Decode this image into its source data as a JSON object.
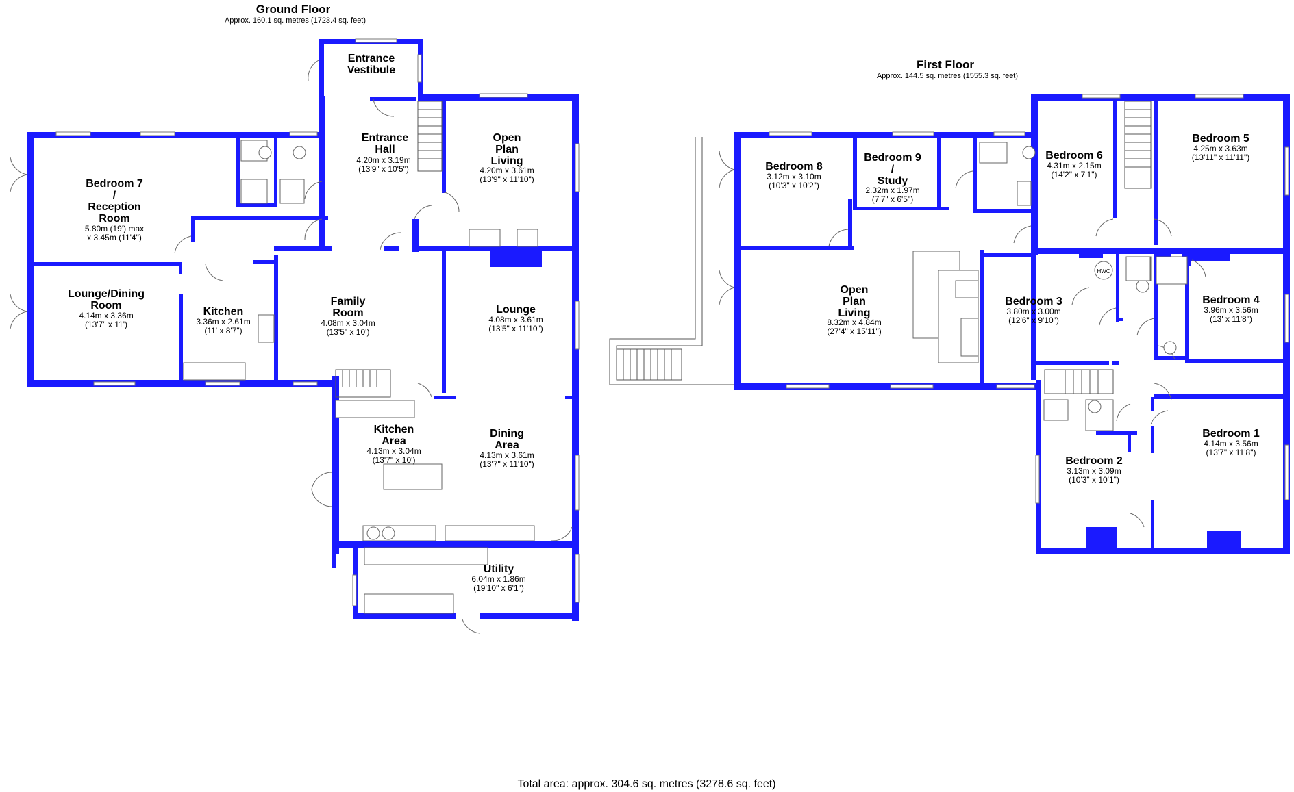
{
  "ground_floor": {
    "title": "Ground Floor",
    "area": "Approx. 160.1 sq. metres (1723.4 sq. feet)",
    "rooms": [
      {
        "id": "vestibule",
        "lines": [
          "Entrance",
          "Vestibule"
        ],
        "dims": []
      },
      {
        "id": "entrance_hall",
        "lines": [
          "Entrance",
          "Hall"
        ],
        "dims": [
          "4.20m x 3.19m",
          "(13'9\" x 10'5\")"
        ]
      },
      {
        "id": "open_plan_living",
        "lines": [
          "Open",
          "Plan",
          "Living"
        ],
        "dims": [
          "4.20m x 3.61m",
          "(13'9\" x 11'10\")"
        ]
      },
      {
        "id": "bedroom7",
        "lines": [
          "Bedroom 7",
          "/",
          "Reception",
          "Room"
        ],
        "dims": [
          "5.80m (19') max",
          "x 3.45m (11'4\")"
        ]
      },
      {
        "id": "lounge_dining",
        "lines": [
          "Lounge/Dining",
          "Room"
        ],
        "dims": [
          "4.14m x 3.36m",
          "(13'7\" x 11')"
        ]
      },
      {
        "id": "kitchen",
        "lines": [
          "Kitchen"
        ],
        "dims": [
          "3.36m x 2.61m",
          "(11' x 8'7\")"
        ]
      },
      {
        "id": "family_room",
        "lines": [
          "Family",
          "Room"
        ],
        "dims": [
          "4.08m x 3.04m",
          "(13'5\" x 10')"
        ]
      },
      {
        "id": "lounge",
        "lines": [
          "Lounge"
        ],
        "dims": [
          "4.08m x 3.61m",
          "(13'5\" x 11'10\")"
        ]
      },
      {
        "id": "kitchen_area",
        "lines": [
          "Kitchen",
          "Area"
        ],
        "dims": [
          "4.13m x 3.04m",
          "(13'7\" x 10')"
        ]
      },
      {
        "id": "dining_area",
        "lines": [
          "Dining",
          "Area"
        ],
        "dims": [
          "4.13m x 3.61m",
          "(13'7\" x 11'10\")"
        ]
      },
      {
        "id": "utility",
        "lines": [
          "Utility"
        ],
        "dims": [
          "6.04m x 1.86m",
          "(19'10\" x 6'1\")"
        ]
      }
    ]
  },
  "first_floor": {
    "title": "First Floor",
    "area": "Approx. 144.5 sq. metres (1555.3 sq. feet)",
    "rooms": [
      {
        "id": "bedroom8",
        "lines": [
          "Bedroom 8"
        ],
        "dims": [
          "3.12m x 3.10m",
          "(10'3\" x 10'2\")"
        ]
      },
      {
        "id": "bedroom9",
        "lines": [
          "Bedroom 9",
          "/",
          "Study"
        ],
        "dims": [
          "2.32m x 1.97m",
          "(7'7\" x 6'5\")"
        ]
      },
      {
        "id": "bedroom6",
        "lines": [
          "Bedroom 6"
        ],
        "dims": [
          "4.31m x 2.15m",
          "(14'2\" x 7'1\")"
        ]
      },
      {
        "id": "bedroom5",
        "lines": [
          "Bedroom 5"
        ],
        "dims": [
          "4.25m x 3.63m",
          "(13'11\" x 11'11\")"
        ]
      },
      {
        "id": "open_plan_living_ff",
        "lines": [
          "Open",
          "Plan",
          "Living"
        ],
        "dims": [
          "8.32m x 4.84m",
          "(27'4\" x 15'11\")"
        ]
      },
      {
        "id": "bedroom3",
        "lines": [
          "Bedroom 3"
        ],
        "dims": [
          "3.80m x 3.00m",
          "(12'6\" x 9'10\")"
        ]
      },
      {
        "id": "bedroom4",
        "lines": [
          "Bedroom 4"
        ],
        "dims": [
          "3.96m x 3.56m",
          "(13' x 11'8\")"
        ]
      },
      {
        "id": "bedroom1",
        "lines": [
          "Bedroom 1"
        ],
        "dims": [
          "4.14m x 3.56m",
          "(13'7\" x 11'8\")"
        ]
      },
      {
        "id": "bedroom2",
        "lines": [
          "Bedroom 2"
        ],
        "dims": [
          "3.13m x 3.09m",
          "(10'3\" x 10'1\")"
        ]
      }
    ],
    "hwc_label": "HWC"
  },
  "total_area": "Total area: approx. 304.6 sq. metres (3278.6 sq. feet)",
  "colors": {
    "wall": "#1a1aff",
    "background": "#ffffff"
  }
}
